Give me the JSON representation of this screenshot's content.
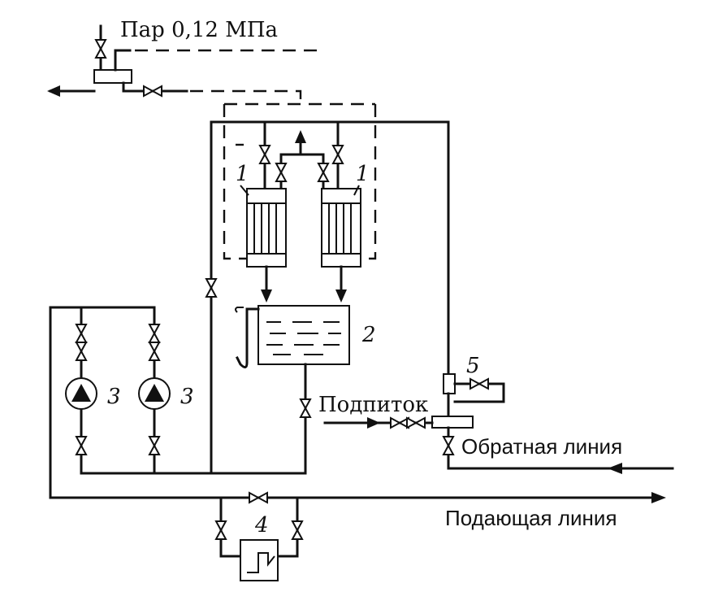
{
  "labels": {
    "steam": "Пар 0,12 МПа",
    "makeup": "Подпиток",
    "return_line": "Обратная линия",
    "supply_line": "Подающая линия"
  },
  "numbers": {
    "heater_left": "1",
    "heater_right": "1",
    "tank": "2",
    "pump_left": "3",
    "pump_right": "3",
    "exchanger": "4",
    "regulator": "5"
  }
}
